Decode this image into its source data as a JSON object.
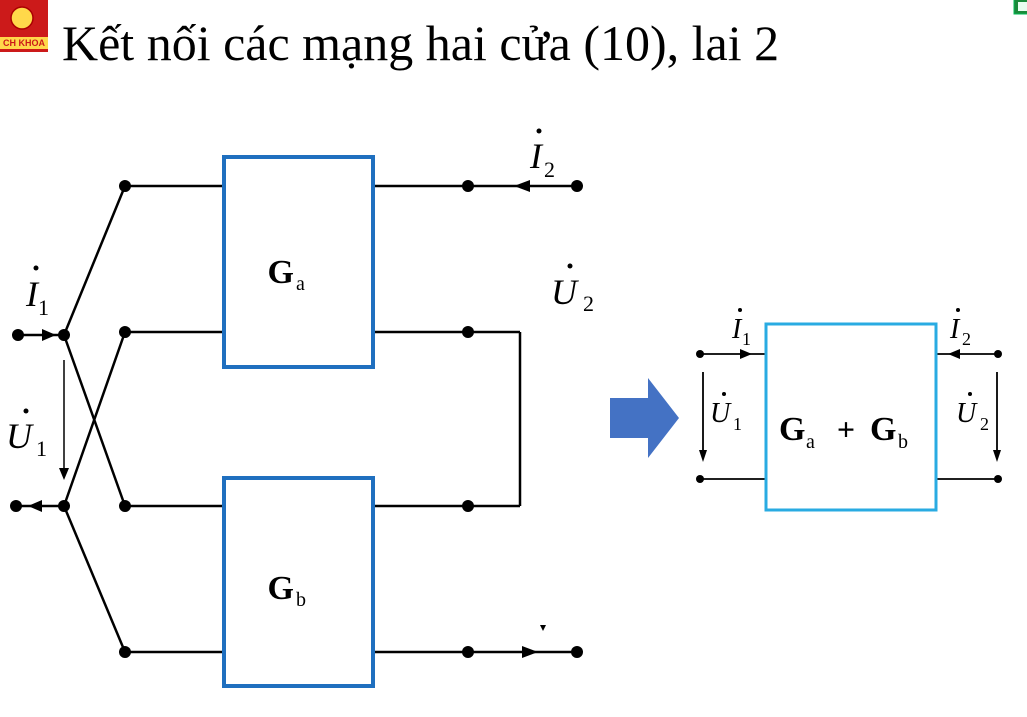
{
  "slide": {
    "title": "Kết nối các mạng hai cửa (10), lai 2",
    "logo_text": "CH KHOA"
  },
  "left_circuit": {
    "block_a": {
      "main": "G",
      "sub": "a"
    },
    "block_b": {
      "main": "G",
      "sub": "b"
    },
    "port1_current": {
      "main": "I",
      "sub": "1"
    },
    "port1_voltage": {
      "main": "U",
      "sub": "1"
    },
    "port2_current": {
      "main": "I",
      "sub": "2"
    },
    "port2_voltage": {
      "main": "U",
      "sub": "2"
    }
  },
  "right_circuit": {
    "block_sum": {
      "a_main": "G",
      "a_sub": "a",
      "plus": "+",
      "b_main": "G",
      "b_sub": "b"
    },
    "port1_current": {
      "main": "I",
      "sub": "1"
    },
    "port1_voltage": {
      "main": "U",
      "sub": "1"
    },
    "port2_current": {
      "main": "I",
      "sub": "2"
    },
    "port2_voltage": {
      "main": "U",
      "sub": "2"
    }
  },
  "colors": {
    "block_a_border": "#1f6fbf",
    "block_b_border": "#1f6fbf",
    "block_sum_border": "#29abe2",
    "arrow_fill": "#4472c4",
    "logo_red": "#cc1a1a",
    "logo_yellow": "#ffd84a"
  }
}
